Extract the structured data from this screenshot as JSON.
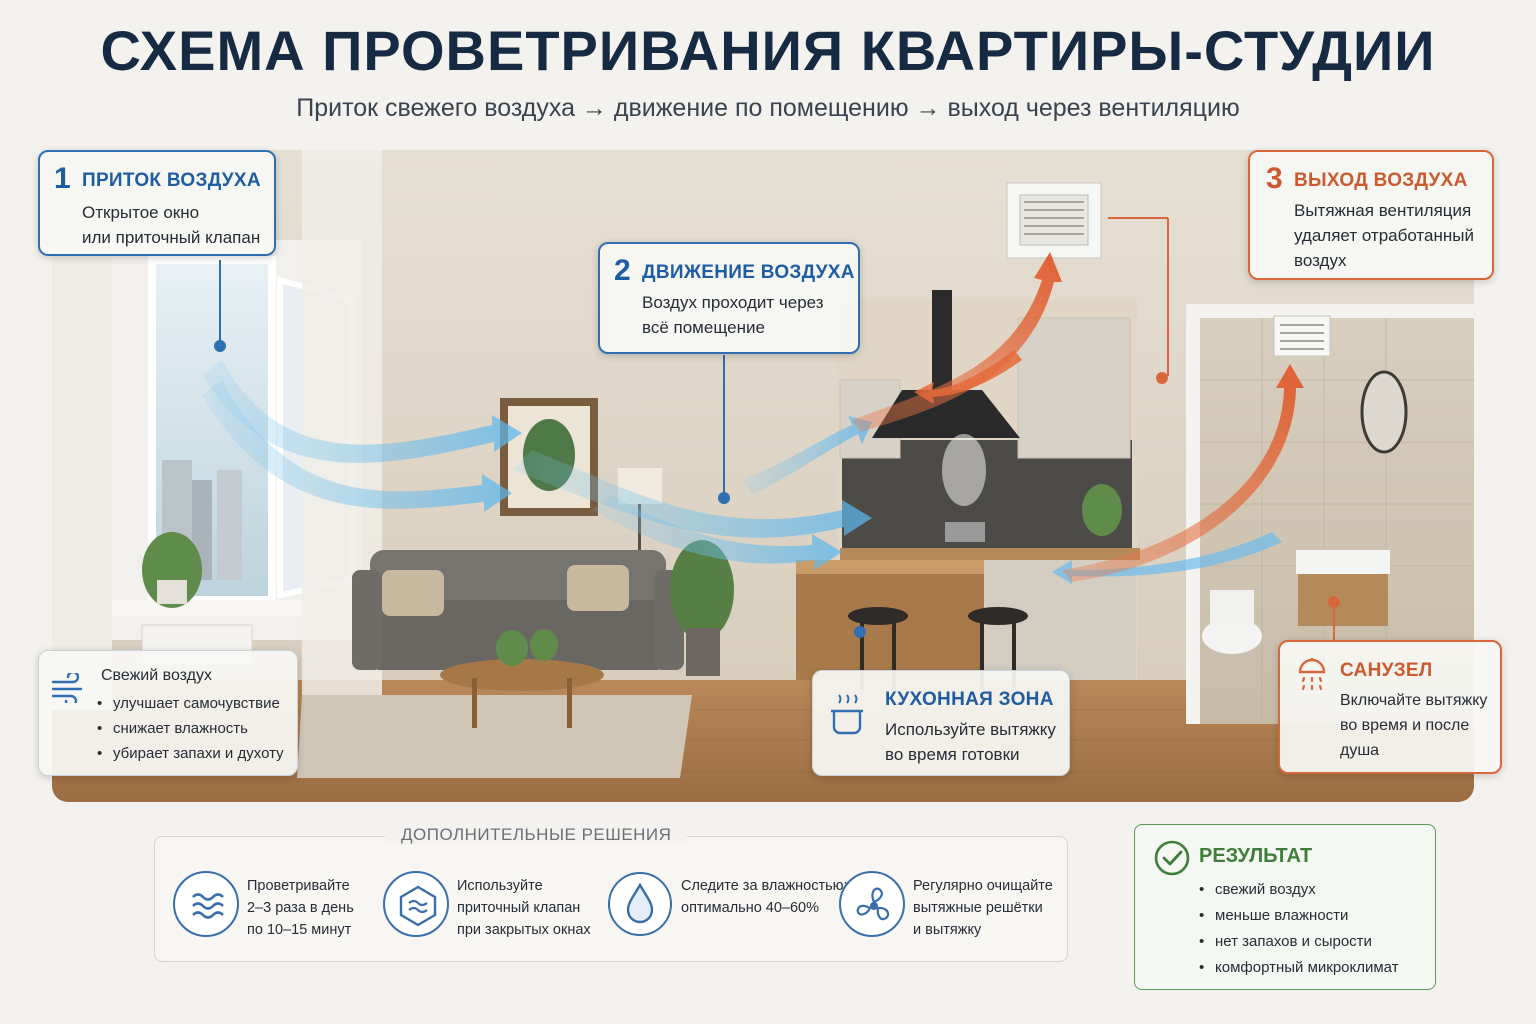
{
  "title": "СХЕМА ПРОВЕТРИВАНИЯ КВАРТИРЫ-СТУДИИ",
  "subtitle": "Приток свежего воздуха → движение по помещению → выход через вентиляцию",
  "step1": {
    "number": "1",
    "heading": "ПРИТОК ВОЗДУХА",
    "lines": [
      "Открытое окно",
      "или приточный клапан"
    ]
  },
  "step2": {
    "number": "2",
    "heading": "ДВИЖЕНИЕ ВОЗДУХА",
    "lines": [
      "Воздух проходит через",
      "всё помещение"
    ]
  },
  "step3": {
    "number": "3",
    "heading": "ВЫХОД ВОЗДУХА",
    "lines": [
      "Вытяжная вентиляция",
      "удаляет отработанный",
      "воздух"
    ]
  },
  "fresh": {
    "heading": "Свежий воздух",
    "items": [
      "улучшает самочувствие",
      "снижает влажность",
      "убирает запахи и духоту"
    ]
  },
  "kitchen": {
    "heading": "КУХОННАЯ ЗОНА",
    "lines": [
      "Используйте вытяжку",
      "во время готовки"
    ]
  },
  "bathroom": {
    "heading": "САНУЗЕЛ",
    "lines": [
      "Включайте вытяжку",
      "во время и после",
      "душа"
    ]
  },
  "extra": {
    "title": "ДОПОЛНИТЕЛЬНЫЕ РЕШЕНИЯ",
    "tips": [
      {
        "icon": "waves-icon",
        "lines": [
          "Проветривайте",
          "2–3 раза в день",
          "по 10–15 минут"
        ]
      },
      {
        "icon": "valve-icon",
        "lines": [
          "Используйте",
          "приточный клапан",
          "при закрытых окнах"
        ]
      },
      {
        "icon": "droplet-icon",
        "lines": [
          "Следите за влажностью:",
          "оптимально 40–60%"
        ]
      },
      {
        "icon": "fan-icon",
        "lines": [
          "Регулярно очищайте",
          "вытяжные решётки",
          "и вытяжку"
        ]
      }
    ]
  },
  "result": {
    "heading": "РЕЗУЛЬТАТ",
    "items": [
      "свежий воздух",
      "меньше влажности",
      "нет запахов и сырости",
      "комфортный микроклимат"
    ]
  },
  "colors": {
    "blue": "#2f6fb1",
    "orange": "#d8683c",
    "green": "#5e9a59",
    "title": "#162a44"
  }
}
